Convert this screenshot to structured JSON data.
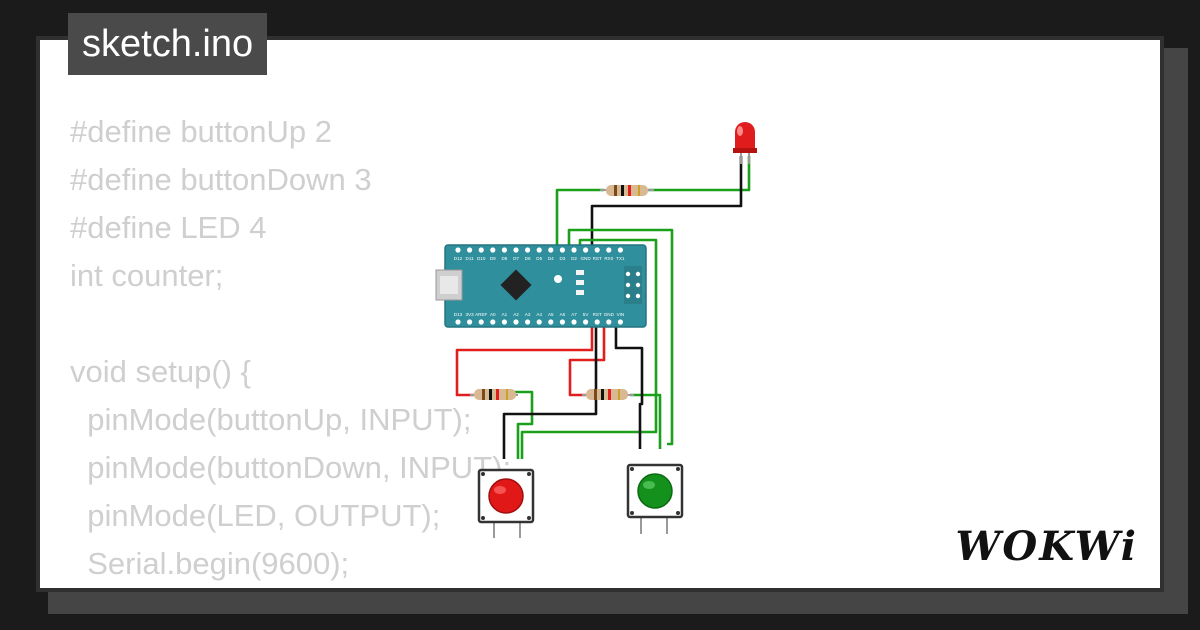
{
  "sketch": {
    "filename": "sketch.ino"
  },
  "code": {
    "lines": [
      "#define buttonUp 2",
      "#define buttonDown 3",
      "#define LED 4",
      "int counter;",
      "",
      "void setup() {",
      "  pinMode(buttonUp, INPUT);",
      "  pinMode(buttonDown, INPUT);",
      "  pinMode(LED, OUTPUT);",
      "  Serial.begin(9600);"
    ]
  },
  "board": {
    "top_pins": [
      "D12",
      "D11",
      "D10",
      "D9",
      "D8",
      "D7",
      "D6",
      "D5",
      "D4",
      "D3",
      "D2",
      "GND",
      "RST",
      "RX0",
      "TX1"
    ],
    "bottom_pins": [
      "D13",
      "3V3",
      "AREF",
      "A0",
      "A1",
      "A2",
      "A3",
      "A4",
      "A5",
      "A6",
      "A7",
      "5V",
      "RST",
      "GND",
      "VIN"
    ],
    "colors": {
      "pcb": "#2f8f9c",
      "chip": "#222222"
    }
  },
  "components": {
    "led_color": "#e11c1c",
    "button_red": "#e01818",
    "button_green": "#14911c",
    "wire_green": "#1aa01a",
    "wire_red": "#e01e1e",
    "wire_black": "#111111"
  },
  "brand": {
    "logo": "WOKWi"
  }
}
